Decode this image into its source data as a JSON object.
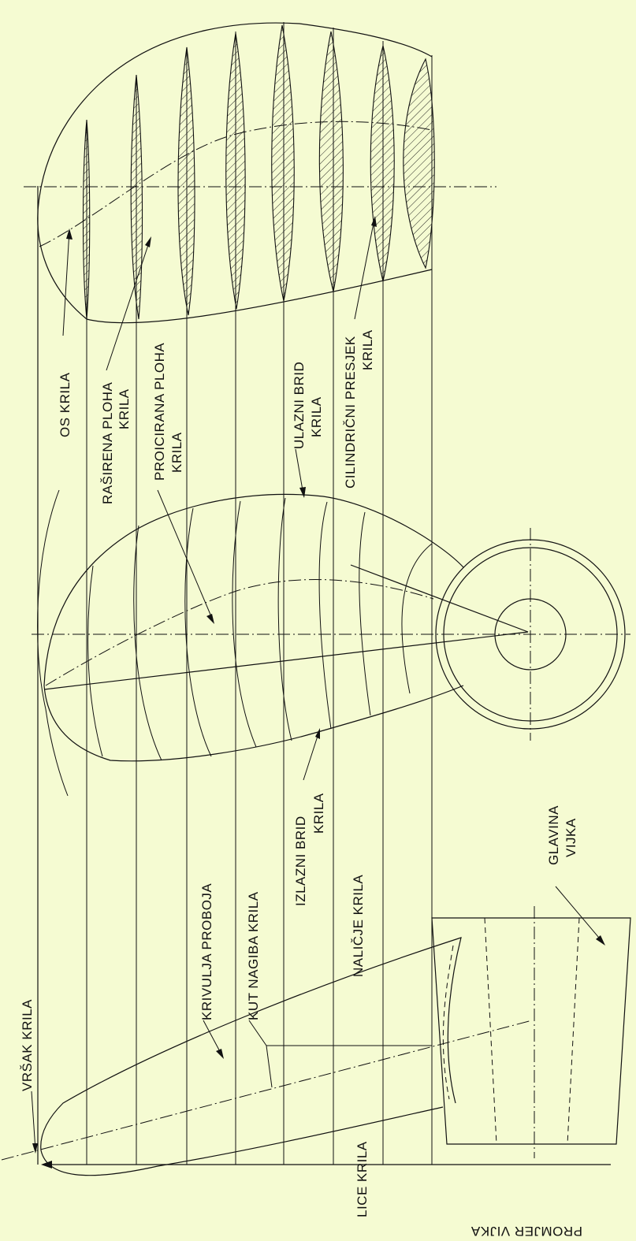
{
  "labels": {
    "os_krila": "OS KRILA",
    "rasirena_ploha_l1": "RAŠIRENA PLOHA",
    "rasirena_ploha_l2": "KRILA",
    "proicirana_ploha_l1": "PROICIRANA  PLOHA",
    "proicirana_ploha_l2": "KRILA",
    "ulazni_brid_l1": "ULAZNI BRID",
    "ulazni_brid_l2": "KRILA",
    "cilindricni_presjek_l1": "CILINDRIČNI PRESJEK",
    "cilindricni_presjek_l2": "KRILA",
    "izlazni_brid_l1": "IZLAZNI BRID",
    "izlazni_brid_l2": "KRILA",
    "glavina_vijka_l1": "GLAVINA",
    "glavina_vijka_l2": "VIJKA",
    "krivulja_proboja": "KRIVULJA PROBOJA",
    "kut_nagiba_krila": "KUT NAGIBA KRILA",
    "nalicje_krila": "NALIČJE KRILA",
    "vrsak_krila": "VRŠAK KRILA",
    "lice_krila": "LICE KRILA",
    "promjer_vijka": "PROMJER VIJKA"
  },
  "colors": {
    "background": "#f5fbd2",
    "line": "#111111"
  }
}
